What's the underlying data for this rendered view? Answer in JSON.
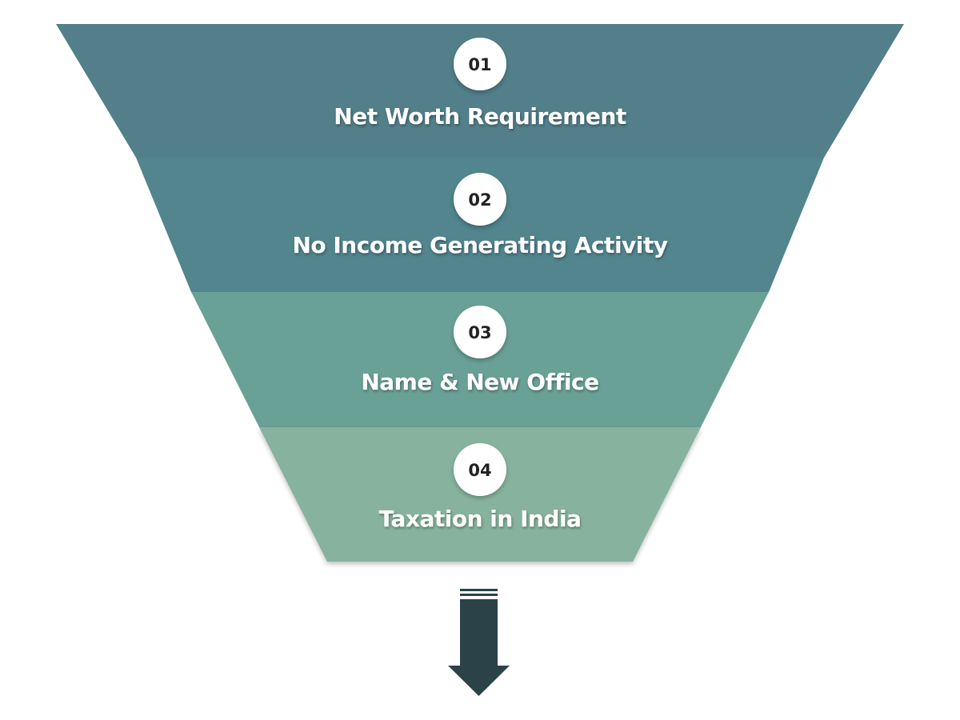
{
  "stages": [
    {
      "number": "01",
      "label": "Net Worth Requirement",
      "color": "#527f8a"
    },
    {
      "number": "02",
      "label": "No Income Generating Activity",
      "color": "#52858e"
    },
    {
      "number": "03",
      "label": "Name & New Office",
      "color": "#6aa196"
    },
    {
      "number": "04",
      "label": "Taxation in India",
      "color": "#87b39e"
    }
  ],
  "badge_color": "#ffffff",
  "arrow_color": "#2c4249",
  "arrow_icon": "down-arrow-icon"
}
